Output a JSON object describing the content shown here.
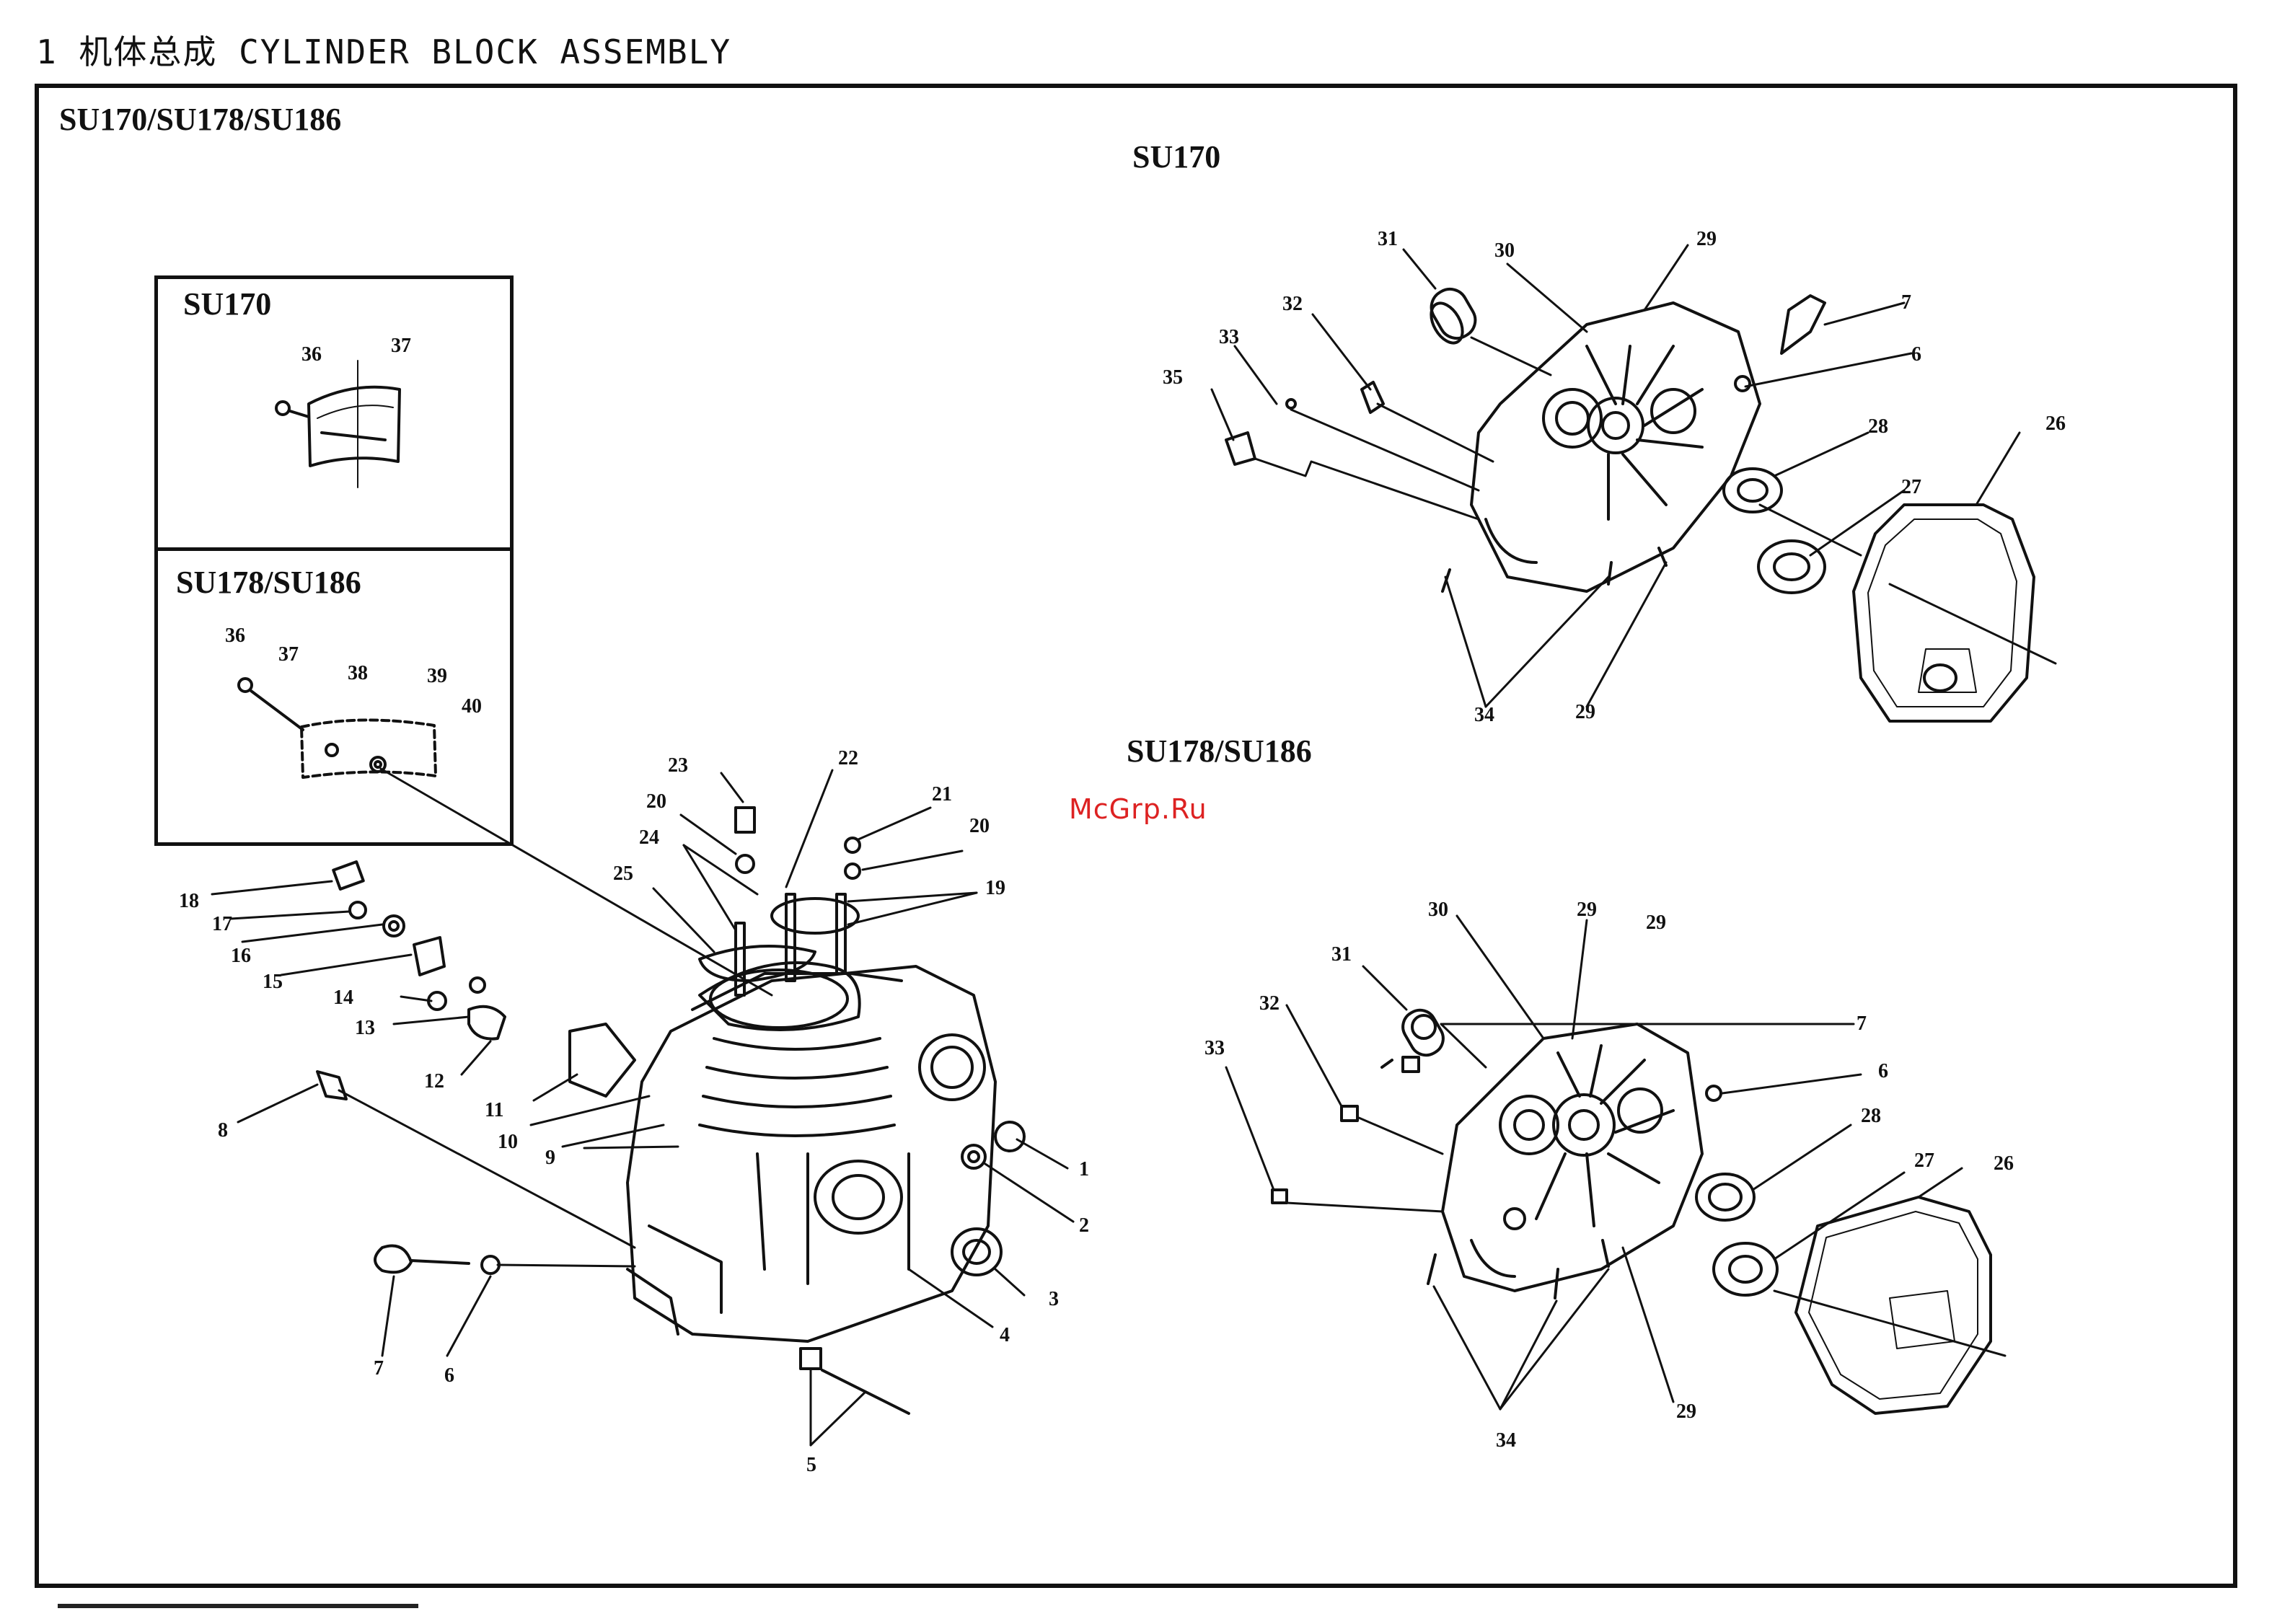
{
  "header": {
    "title": "1 机体总成 CYLINDER BLOCK ASSEMBLY"
  },
  "main": {
    "models_label": "SU170/SU178/SU186",
    "section_top_right": "SU170",
    "section_bottom_right": "SU178/SU186"
  },
  "insets": {
    "top_label": "SU170",
    "bottom_label": "SU178/SU186"
  },
  "watermark": "McGrp.Ru",
  "callouts": {
    "c1": "1",
    "c2": "2",
    "c3": "3",
    "c4": "4",
    "c5": "5",
    "c6": "6",
    "c7": "7",
    "c8": "8",
    "c9": "9",
    "c10": "10",
    "c11": "11",
    "c12": "12",
    "c13": "13",
    "c14": "14",
    "c15": "15",
    "c16": "16",
    "c17": "17",
    "c18": "18",
    "c19": "19",
    "c20": "20",
    "c21": "21",
    "c22": "22",
    "c23": "23",
    "c24": "24",
    "c25": "25",
    "c26": "26",
    "c27": "27",
    "c28": "28",
    "c29": "29",
    "c30": "30",
    "c31": "31",
    "c32": "32",
    "c33": "33",
    "c34": "34",
    "c35": "35",
    "c36": "36",
    "c37": "37",
    "c38": "38",
    "c39": "39",
    "c40": "40"
  }
}
